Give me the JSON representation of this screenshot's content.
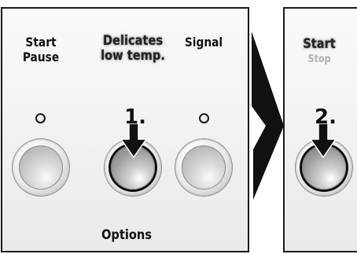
{
  "panel_left": {
    "columns": [
      {
        "lines": [
          "Start",
          "Pause"
        ]
      },
      {
        "lines": [
          "Delicates",
          "low temp."
        ]
      },
      {
        "lines": [
          "Signal"
        ]
      }
    ],
    "footer_label": "Options",
    "step_label": "1."
  },
  "panel_right": {
    "lines": [
      "Start",
      "Stop"
    ],
    "step_label": "2."
  }
}
